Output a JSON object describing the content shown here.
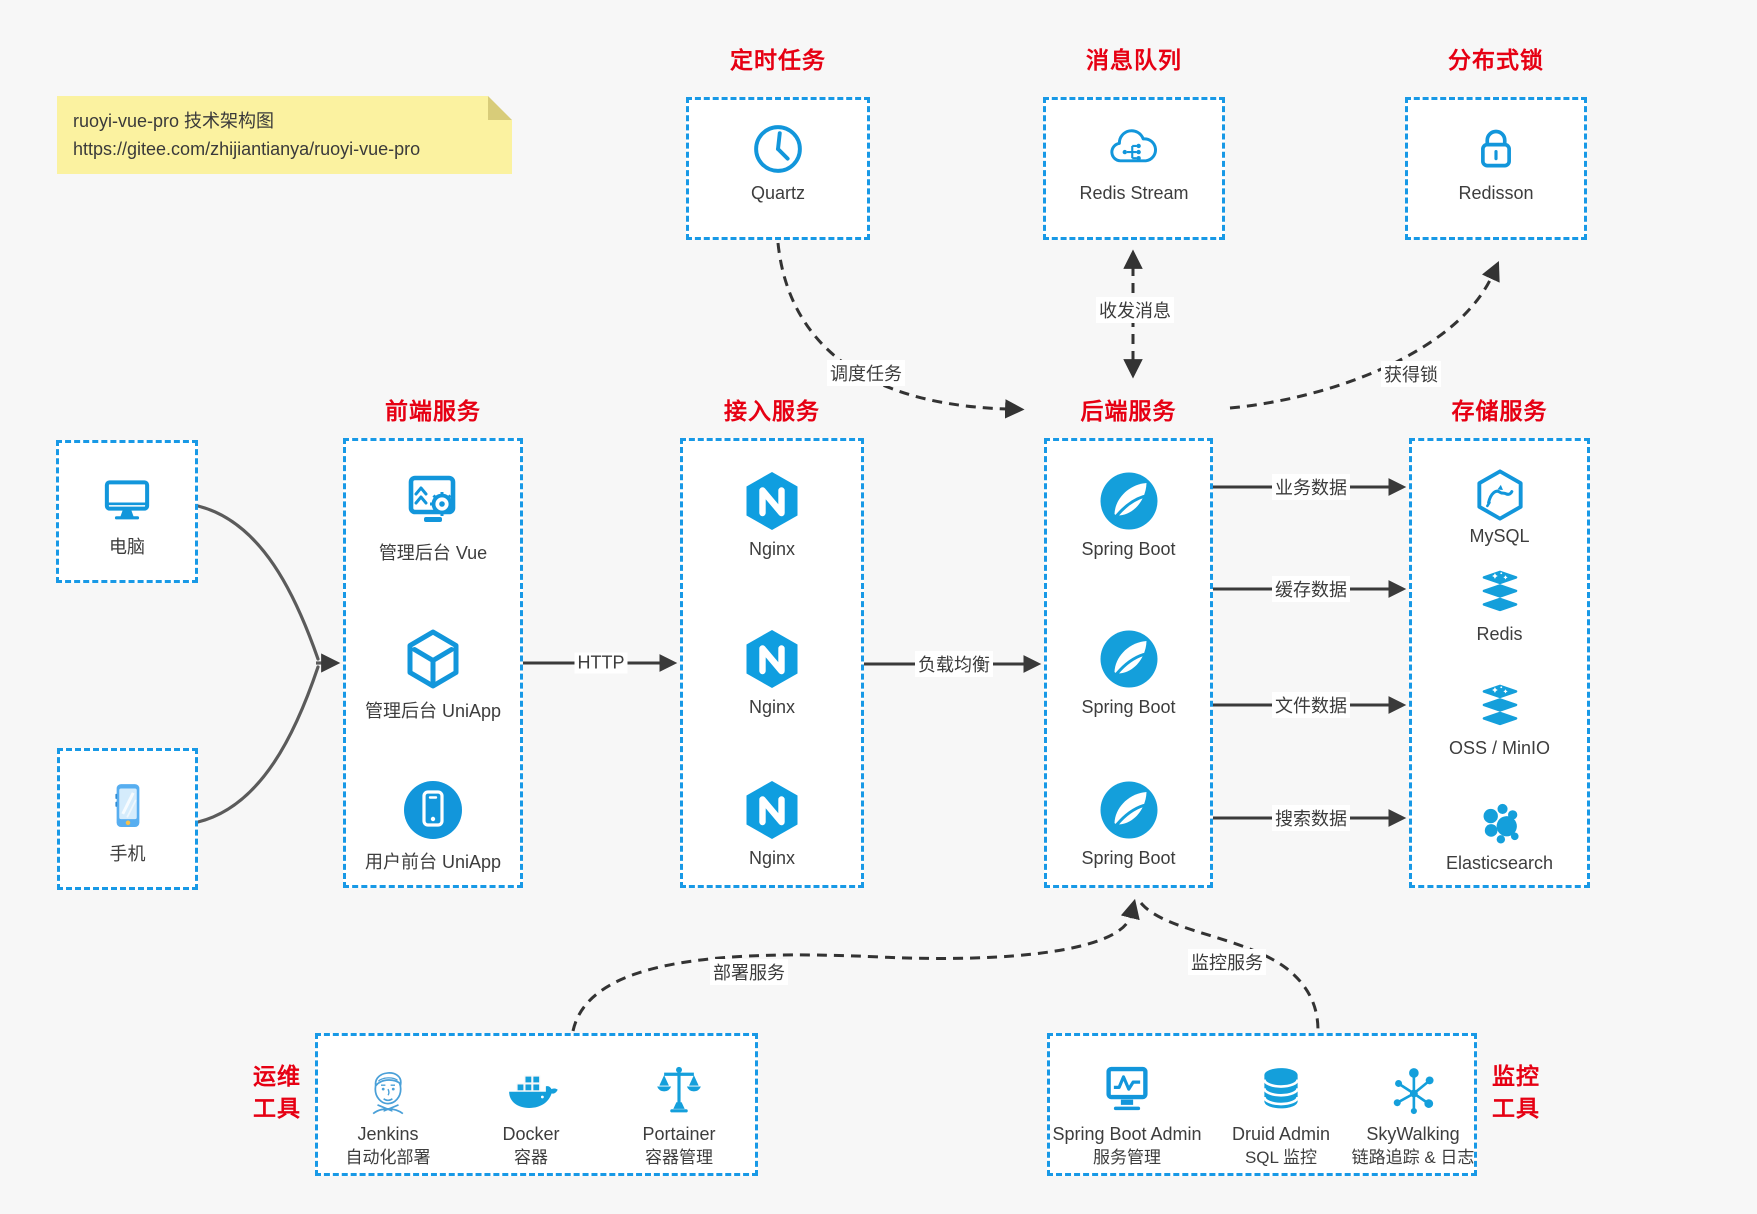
{
  "note": {
    "line1": "ruoyi-vue-pro 技术架构图",
    "line2": "https://gitee.com/zhijiantianya/ruoyi-vue-pro"
  },
  "colors": {
    "accent_blue": "#1296db",
    "border_blue": "#1899e6",
    "title_red": "#e60013",
    "arrow_dark": "#3a3a3a",
    "canvas_bg": "#f7f7f7",
    "note_bg": "#fbf2a0"
  },
  "top_groups": [
    {
      "title": "定时任务",
      "item": {
        "label": "Quartz",
        "icon": "clock-icon"
      }
    },
    {
      "title": "消息队列",
      "item": {
        "label": "Redis Stream",
        "icon": "cloud-network-icon"
      }
    },
    {
      "title": "分布式锁",
      "item": {
        "label": "Redisson",
        "icon": "lock-icon"
      }
    }
  ],
  "clients": [
    {
      "label": "电脑",
      "icon": "desktop-icon"
    },
    {
      "label": "手机",
      "icon": "phone-icon"
    }
  ],
  "columns": [
    {
      "title": "前端服务",
      "items": [
        "管理后台 Vue",
        "管理后台 UniApp",
        "用户前台 UniApp"
      ],
      "icons": [
        "admin-vue-icon",
        "uniapp-cube-icon",
        "user-front-icon"
      ]
    },
    {
      "title": "接入服务",
      "items": [
        "Nginx",
        "Nginx",
        "Nginx"
      ],
      "icons": [
        "nginx-icon",
        "nginx-icon",
        "nginx-icon"
      ]
    },
    {
      "title": "后端服务",
      "items": [
        "Spring Boot",
        "Spring Boot",
        "Spring Boot"
      ],
      "icons": [
        "spring-boot-icon",
        "spring-boot-icon",
        "spring-boot-icon"
      ]
    },
    {
      "title": "存储服务",
      "items": [
        "MySQL",
        "Redis",
        "OSS / MinIO",
        "Elasticsearch"
      ],
      "icons": [
        "mysql-icon",
        "redis-stack-icon",
        "redis-stack-icon",
        "elasticsearch-icon"
      ]
    }
  ],
  "bottom_groups": [
    {
      "title_lines": [
        "运维",
        "工具"
      ],
      "items": [
        {
          "name": "Jenkins",
          "desc": "自动化部署",
          "icon": "jenkins-icon"
        },
        {
          "name": "Docker",
          "desc": "容器",
          "icon": "docker-icon"
        },
        {
          "name": "Portainer",
          "desc": "容器管理",
          "icon": "portainer-icon"
        }
      ]
    },
    {
      "title_lines": [
        "监控",
        "工具"
      ],
      "items": [
        {
          "name": "Spring Boot Admin",
          "desc": "服务管理",
          "icon": "monitor-chart-icon"
        },
        {
          "name": "Druid Admin",
          "desc": "SQL 监控",
          "icon": "database-icon"
        },
        {
          "name": "SkyWalking",
          "desc": "链路追踪 & 日志",
          "icon": "topology-icon"
        }
      ]
    }
  ],
  "edges": {
    "http": "HTTP",
    "load_balance": "负载均衡",
    "business_data": "业务数据",
    "cache_data": "缓存数据",
    "file_data": "文件数据",
    "search_data": "搜索数据",
    "schedule": "调度任务",
    "message": "收发消息",
    "lock": "获得锁",
    "deploy": "部署服务",
    "monitor": "监控服务"
  }
}
